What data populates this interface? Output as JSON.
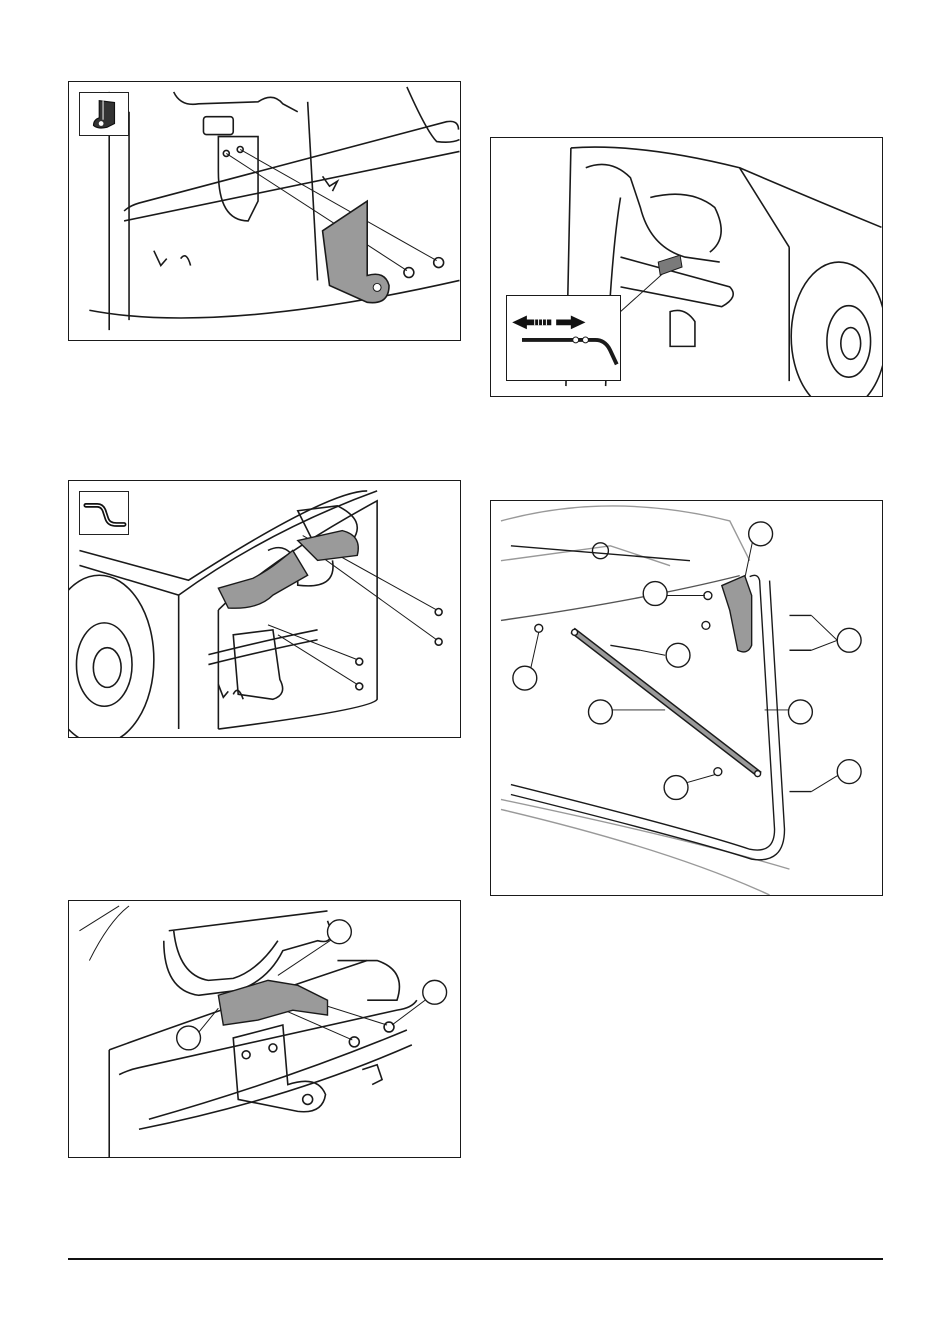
{
  "page": {
    "figures": [
      {
        "id": "fig-a",
        "icon": "bracket-icon",
        "callouts": []
      },
      {
        "id": "fig-b",
        "icon": "none",
        "callouts": [],
        "inset": "adjustment-rod-arrows"
      },
      {
        "id": "fig-c",
        "icon": "bent-rod-icon",
        "callouts": []
      },
      {
        "id": "fig-d",
        "icon": "none",
        "callouts": [
          "",
          "",
          "",
          "",
          "",
          "",
          "",
          "",
          ""
        ]
      },
      {
        "id": "fig-e",
        "icon": "none",
        "callouts": [
          "",
          "",
          ""
        ]
      }
    ],
    "colors": {
      "line": "#1a1a1a",
      "part_fill": "#9a9a9a",
      "background": "#ffffff"
    }
  }
}
